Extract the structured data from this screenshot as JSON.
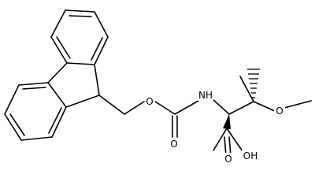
{
  "structure": {
    "atoms": {
      "o_ester": "O",
      "o_carbonyl": "O",
      "nh": "NH",
      "o_methoxy": "O",
      "oh": "OH",
      "o_acid": "O"
    }
  },
  "colors": {
    "bonds": "#000000",
    "background": "#ffffff"
  }
}
